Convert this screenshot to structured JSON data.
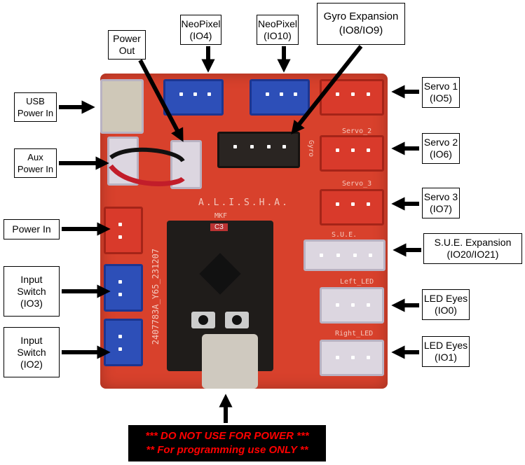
{
  "labels": {
    "power_out": "Power Out",
    "neopixel_io4": [
      "NeoPixel",
      "(IO4)"
    ],
    "neopixel_io10": [
      "NeoPixel",
      "(IO10)"
    ],
    "gyro": [
      "Gyro Expansion",
      "(IO8/IO9)"
    ],
    "usb_power_in": [
      "USB",
      "Power In"
    ],
    "aux_power_in": [
      "Aux",
      "Power In"
    ],
    "power_in": "Power In",
    "input_switch_io3": [
      "Input",
      "Switch",
      "(IO3)"
    ],
    "input_switch_io2": [
      "Input",
      "Switch",
      "(IO2)"
    ],
    "servo1": [
      "Servo 1",
      "(IO5)"
    ],
    "servo2": [
      "Servo 2",
      "(IO6)"
    ],
    "servo3": [
      "Servo 3",
      "(IO7)"
    ],
    "sue": [
      "S.U.E. Expansion",
      "(IO20/IO21)"
    ],
    "led_eyes_io0": [
      "LED Eyes",
      "(IO0)"
    ],
    "led_eyes_io1": [
      "LED Eyes",
      "(IO1)"
    ]
  },
  "warning": [
    "*** DO NOT USE FOR POWER ***",
    "** For programming use ONLY **"
  ],
  "silkscreen": {
    "servo2": "Servo_2",
    "servo3": "Servo_3",
    "gyro": "Gyro",
    "name": "A.L.I.S.H.A.",
    "mkf": "MKF",
    "c3": "C3",
    "sue": "S.U.E.",
    "left_led": "Left_LED",
    "right_led": "Right_LED",
    "serial": "2407783A_Y65_231207"
  },
  "colors": {
    "board": "#d8412c",
    "warning_text": "#ff0000"
  }
}
